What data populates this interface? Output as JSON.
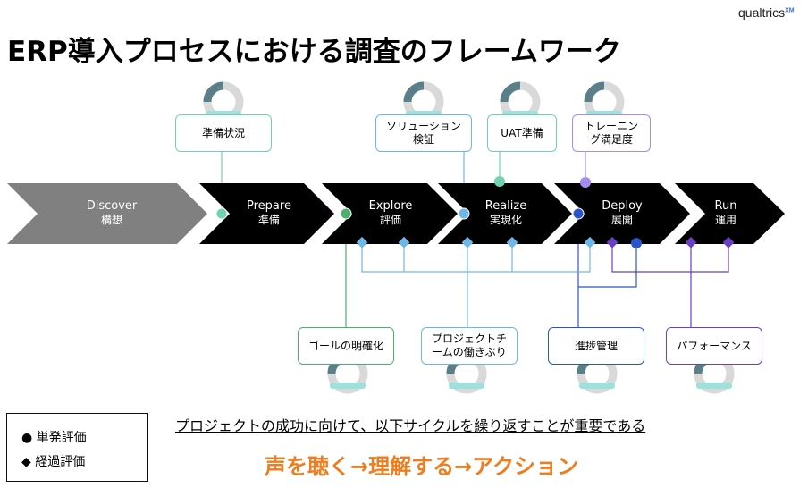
{
  "title": "ERP導入プロセスにおける調査のフレームワーク",
  "logo": {
    "text": "qualtrics",
    "superscript": "XM"
  },
  "stages": [
    {
      "name": "Discover",
      "jp": "構想"
    },
    {
      "name": "Prepare",
      "jp": "準備"
    },
    {
      "name": "Explore",
      "jp": "評価"
    },
    {
      "name": "Realize",
      "jp": "実現化"
    },
    {
      "name": "Deploy",
      "jp": "展開"
    },
    {
      "name": "Run",
      "jp": "運用"
    }
  ],
  "top_cards": [
    {
      "label": "準備状況",
      "color": "#6fd3b2"
    },
    {
      "label": "ソリューション\n検証",
      "color": "#6fb7e8"
    },
    {
      "label": "UAT準備",
      "color": "#6fd3b2"
    },
    {
      "label": "トレーニン\nグ満足度",
      "color": "#a68cf0"
    }
  ],
  "bottom_cards": [
    {
      "label": "ゴールの明確化",
      "color": "#4caf6e"
    },
    {
      "label": "プロジェクトチ\nームの働きぶり",
      "color": "#6fb7e8"
    },
    {
      "label": "進捗管理",
      "color": "#2a55c8"
    },
    {
      "label": "パフォーマンス",
      "color": "#6b3fc4"
    }
  ],
  "legend": {
    "single": "● 単発評価",
    "ongoing": "◆ 経過評価"
  },
  "cycle_note": "プロジェクトの成功に向けて、以下サイクルを繰り返すことが重要である",
  "action_line": "声を聴く→理解する→アクション"
}
